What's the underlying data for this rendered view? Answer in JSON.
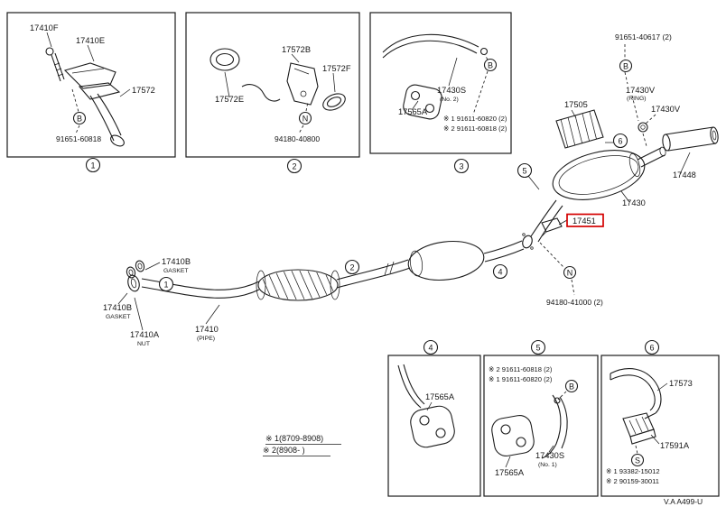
{
  "doc": {
    "footer_code": "V.A  A499-U",
    "note1": "※ 1(8709-8908)",
    "note2": "※ 2(8908-    )",
    "highlight_color": "#d40000"
  },
  "callouts": {
    "c1": "1",
    "c2": "2",
    "c3": "3",
    "c4": "4",
    "c5": "5",
    "c6": "6",
    "bolt": "B",
    "nut": "N",
    "screw": "S"
  },
  "panel1": {
    "l1": "17410F",
    "l2": "17410E",
    "l3": "17572",
    "l4": "91651-60818"
  },
  "panel2": {
    "l1": "17572B",
    "l2": "17572E",
    "l3": "17572F",
    "l4": "94180-40800"
  },
  "panel3": {
    "l1": "17430S",
    "l1sub": "(No. 2)",
    "l2": "17565A",
    "l3": "※ 1 91611-60820 (2)",
    "l4": "※ 2 91611-60818 (2)"
  },
  "panel4": {
    "l1": "17565A"
  },
  "panel5": {
    "l1": "※ 2 91611-60818 (2)",
    "l2": "※ 1 91611-60820 (2)",
    "l3": "17430S",
    "l3sub": "(No. 1)",
    "l4": "17565A"
  },
  "panel6": {
    "l1": "17573",
    "l2": "17591A",
    "l3": "※ 1 93382-15012",
    "l4": "※ 2 90159-30011"
  },
  "right": {
    "bolt_pn": "91651-40617 (2)",
    "ring1": "17430V",
    "ring1sub": "(RING)",
    "ring2": "17430V",
    "insulator": "17505",
    "tailpipe": "17448",
    "muffler": "17430",
    "selected": "17451"
  },
  "main": {
    "gasket_a": "17410B",
    "gasket_a_sub": "GASKET",
    "gasket_b": "17410B",
    "gasket_b_sub": "GASKET",
    "nut": "17410A",
    "nut_sub": "NUT",
    "pipe": "17410",
    "pipe_sub": "(PIPE)",
    "nut_pn": "94180-41000 (2)"
  }
}
